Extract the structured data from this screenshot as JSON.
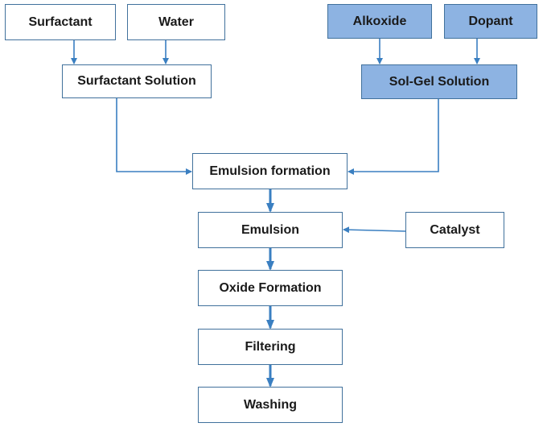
{
  "diagram": {
    "nodes": {
      "surfactant": "Surfactant",
      "water": "Water",
      "alkoxide": "Alkoxide",
      "dopant": "Dopant",
      "surfactant_solution": "Surfactant Solution",
      "solgel_solution": "Sol-Gel Solution",
      "emulsion_formation": "Emulsion formation",
      "emulsion": "Emulsion",
      "catalyst": "Catalyst",
      "oxide_formation": "Oxide Formation",
      "filtering": "Filtering",
      "washing": "Washing"
    },
    "edges": [
      {
        "from": "Surfactant",
        "to": "Surfactant Solution"
      },
      {
        "from": "Water",
        "to": "Surfactant Solution"
      },
      {
        "from": "Alkoxide",
        "to": "Sol-Gel Solution"
      },
      {
        "from": "Dopant",
        "to": "Sol-Gel Solution"
      },
      {
        "from": "Surfactant Solution",
        "to": "Emulsion formation"
      },
      {
        "from": "Sol-Gel Solution",
        "to": "Emulsion formation"
      },
      {
        "from": "Emulsion formation",
        "to": "Emulsion"
      },
      {
        "from": "Catalyst",
        "to": "Emulsion"
      },
      {
        "from": "Emulsion",
        "to": "Oxide Formation"
      },
      {
        "from": "Oxide Formation",
        "to": "Filtering"
      },
      {
        "from": "Filtering",
        "to": "Washing"
      }
    ],
    "colors": {
      "arrow": "#3a7fc1",
      "border": "#41719c",
      "highlight_fill": "#8db3e2",
      "plain_fill": "#ffffff"
    }
  }
}
